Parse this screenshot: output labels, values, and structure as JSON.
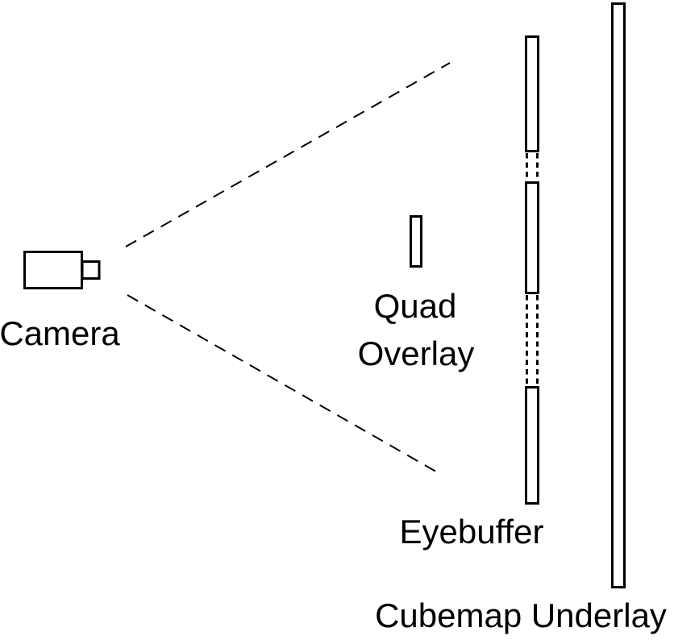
{
  "diagram": {
    "colors": {
      "stroke": "#000000",
      "background": "#ffffff"
    },
    "labels": {
      "camera": "Camera",
      "quad_line1": "Quad",
      "quad_line2": "Overlay",
      "eyebuffer": "Eyebuffer",
      "cubemap": "Cubemap Underlay"
    }
  }
}
